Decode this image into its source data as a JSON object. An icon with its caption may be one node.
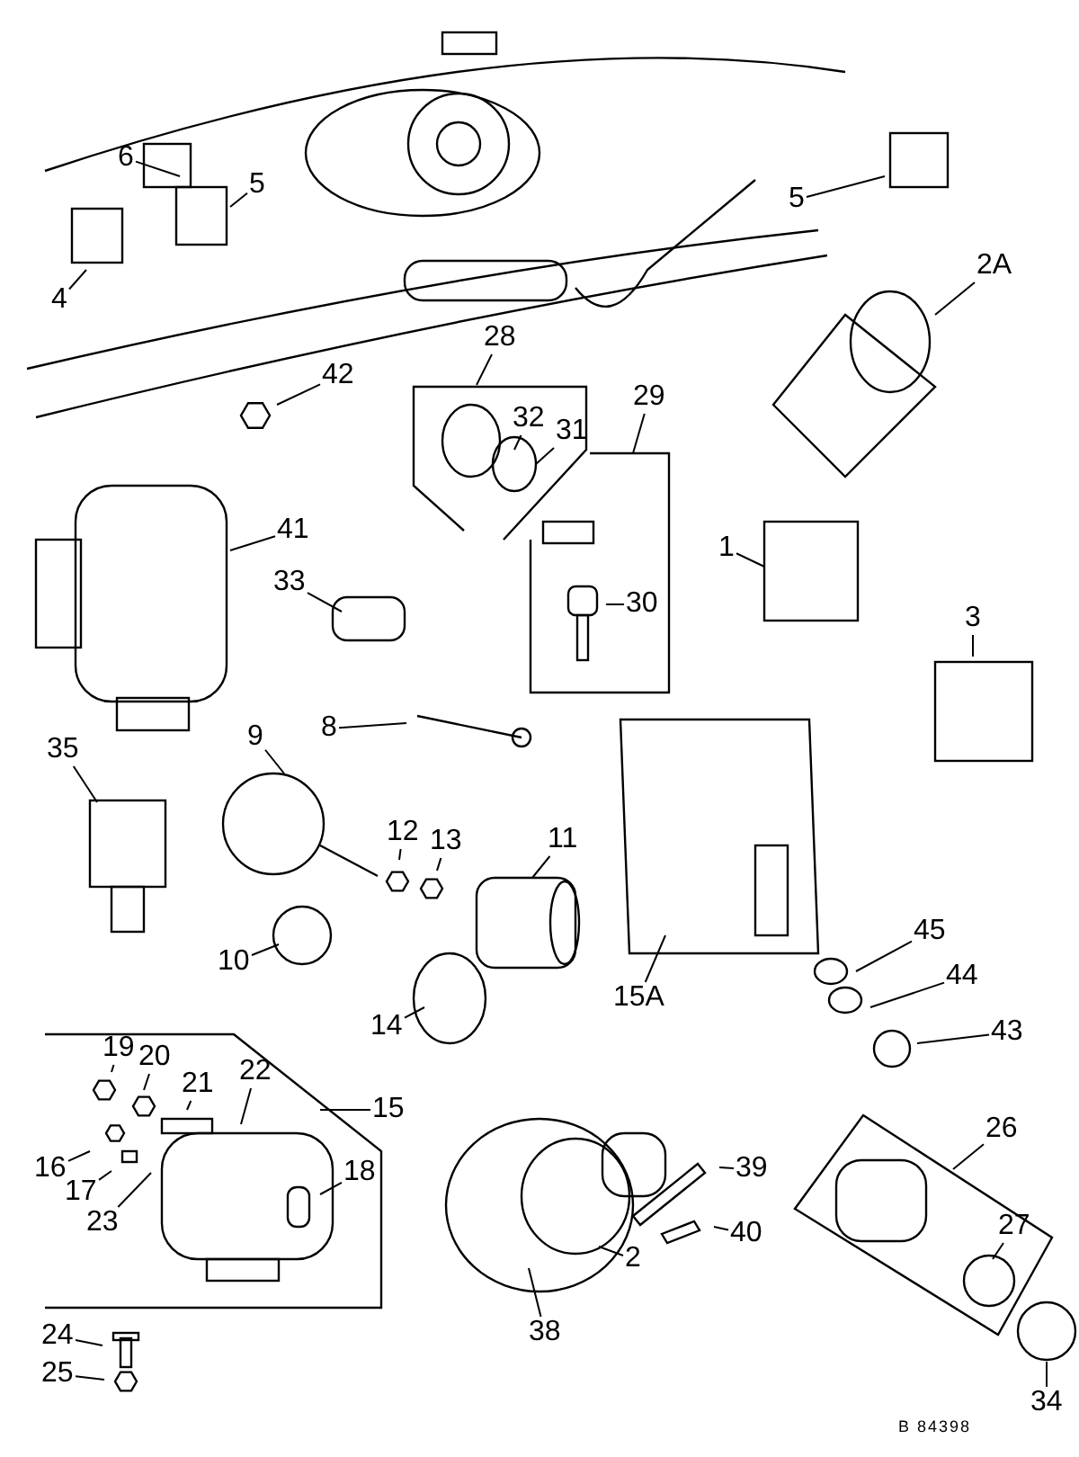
{
  "diagram": {
    "nodes": [
      {
        "text": [
          "6"
        ]
      },
      {
        "text": [
          "5"
        ]
      },
      {
        "text": [
          "4"
        ]
      },
      {
        "text": [
          "5"
        ]
      },
      {
        "text": [
          "2A"
        ]
      },
      {
        "text": [
          "42"
        ]
      },
      {
        "text": [
          "28"
        ]
      },
      {
        "text": [
          "32"
        ]
      },
      {
        "text": [
          "31"
        ]
      },
      {
        "text": [
          "29"
        ]
      },
      {
        "text": [
          "41"
        ]
      },
      {
        "text": [
          "33"
        ]
      },
      {
        "text": [
          "30"
        ]
      },
      {
        "text": [
          "1"
        ]
      },
      {
        "text": [
          "3"
        ]
      },
      {
        "text": [
          "8"
        ]
      },
      {
        "text": [
          "9"
        ]
      },
      {
        "text": [
          "35"
        ]
      },
      {
        "text": [
          "12"
        ]
      },
      {
        "text": [
          "13"
        ]
      },
      {
        "text": [
          "11"
        ]
      },
      {
        "text": [
          "10"
        ]
      },
      {
        "text": [
          "14"
        ]
      },
      {
        "text": [
          "15A"
        ]
      },
      {
        "text": [
          "45"
        ]
      },
      {
        "text": [
          "44"
        ]
      },
      {
        "text": [
          "43"
        ]
      },
      {
        "text": [
          "19"
        ]
      },
      {
        "text": [
          "20"
        ]
      },
      {
        "text": [
          "21"
        ]
      },
      {
        "text": [
          "22"
        ]
      },
      {
        "text": [
          "15"
        ]
      },
      {
        "text": [
          "16"
        ]
      },
      {
        "text": [
          "17"
        ]
      },
      {
        "text": [
          "23"
        ]
      },
      {
        "text": [
          "18"
        ]
      },
      {
        "text": [
          "2"
        ]
      },
      {
        "text": [
          "39"
        ]
      },
      {
        "text": [
          "40"
        ]
      },
      {
        "text": [
          "26"
        ]
      },
      {
        "text": [
          "27"
        ]
      },
      {
        "text": [
          "24"
        ]
      },
      {
        "text": [
          "25"
        ]
      },
      {
        "text": [
          "38"
        ]
      },
      {
        "text": [
          "34"
        ]
      }
    ],
    "edges": [
      {
        "from": 0,
        "to": null,
        "arrow": "none"
      },
      {
        "from": 1,
        "to": null,
        "arrow": "none"
      },
      {
        "from": 2,
        "to": null,
        "arrow": "none"
      },
      {
        "from": 3,
        "to": null,
        "arrow": "none"
      },
      {
        "from": 4,
        "to": null,
        "arrow": "none"
      },
      {
        "from": 5,
        "to": null,
        "arrow": "none"
      },
      {
        "from": 6,
        "to": null,
        "arrow": "none"
      },
      {
        "from": 7,
        "to": null,
        "arrow": "none"
      },
      {
        "from": 8,
        "to": null,
        "arrow": "none"
      },
      {
        "from": 9,
        "to": null,
        "arrow": "none"
      },
      {
        "from": 10,
        "to": null,
        "arrow": "none"
      },
      {
        "from": 11,
        "to": null,
        "arrow": "none"
      },
      {
        "from": 12,
        "to": null,
        "arrow": "none"
      },
      {
        "from": 13,
        "to": null,
        "arrow": "none"
      },
      {
        "from": 14,
        "to": null,
        "arrow": "none"
      },
      {
        "from": 15,
        "to": null,
        "arrow": "none"
      },
      {
        "from": 16,
        "to": null,
        "arrow": "none"
      },
      {
        "from": 17,
        "to": null,
        "arrow": "none"
      },
      {
        "from": 18,
        "to": null,
        "arrow": "none"
      },
      {
        "from": 19,
        "to": null,
        "arrow": "none"
      },
      {
        "from": 20,
        "to": null,
        "arrow": "none"
      },
      {
        "from": 21,
        "to": null,
        "arrow": "none"
      },
      {
        "from": 22,
        "to": null,
        "arrow": "none"
      },
      {
        "from": 23,
        "to": null,
        "arrow": "none"
      },
      {
        "from": 24,
        "to": null,
        "arrow": "none"
      },
      {
        "from": 25,
        "to": null,
        "arrow": "none"
      },
      {
        "from": 26,
        "to": null,
        "arrow": "none"
      },
      {
        "from": 27,
        "to": null,
        "arrow": "none"
      },
      {
        "from": 28,
        "to": null,
        "arrow": "none"
      },
      {
        "from": 29,
        "to": null,
        "arrow": "none"
      },
      {
        "from": 30,
        "to": null,
        "arrow": "none"
      },
      {
        "from": 31,
        "to": null,
        "arrow": "none"
      },
      {
        "from": 32,
        "to": null,
        "arrow": "none"
      },
      {
        "from": 33,
        "to": null,
        "arrow": "none"
      },
      {
        "from": 34,
        "to": null,
        "arrow": "none"
      },
      {
        "from": 35,
        "to": null,
        "arrow": "none"
      },
      {
        "from": 36,
        "to": null,
        "arrow": "none"
      },
      {
        "from": 37,
        "to": null,
        "arrow": "none"
      },
      {
        "from": 38,
        "to": null,
        "arrow": "none"
      },
      {
        "from": 39,
        "to": null,
        "arrow": "none"
      },
      {
        "from": 40,
        "to": null,
        "arrow": "none"
      },
      {
        "from": 41,
        "to": null,
        "arrow": "none"
      },
      {
        "from": 42,
        "to": null,
        "arrow": "none"
      },
      {
        "from": 43,
        "to": null,
        "arrow": "none"
      },
      {
        "from": 44,
        "to": null,
        "arrow": "none"
      }
    ],
    "labels": [
      "B 84398"
    ]
  }
}
